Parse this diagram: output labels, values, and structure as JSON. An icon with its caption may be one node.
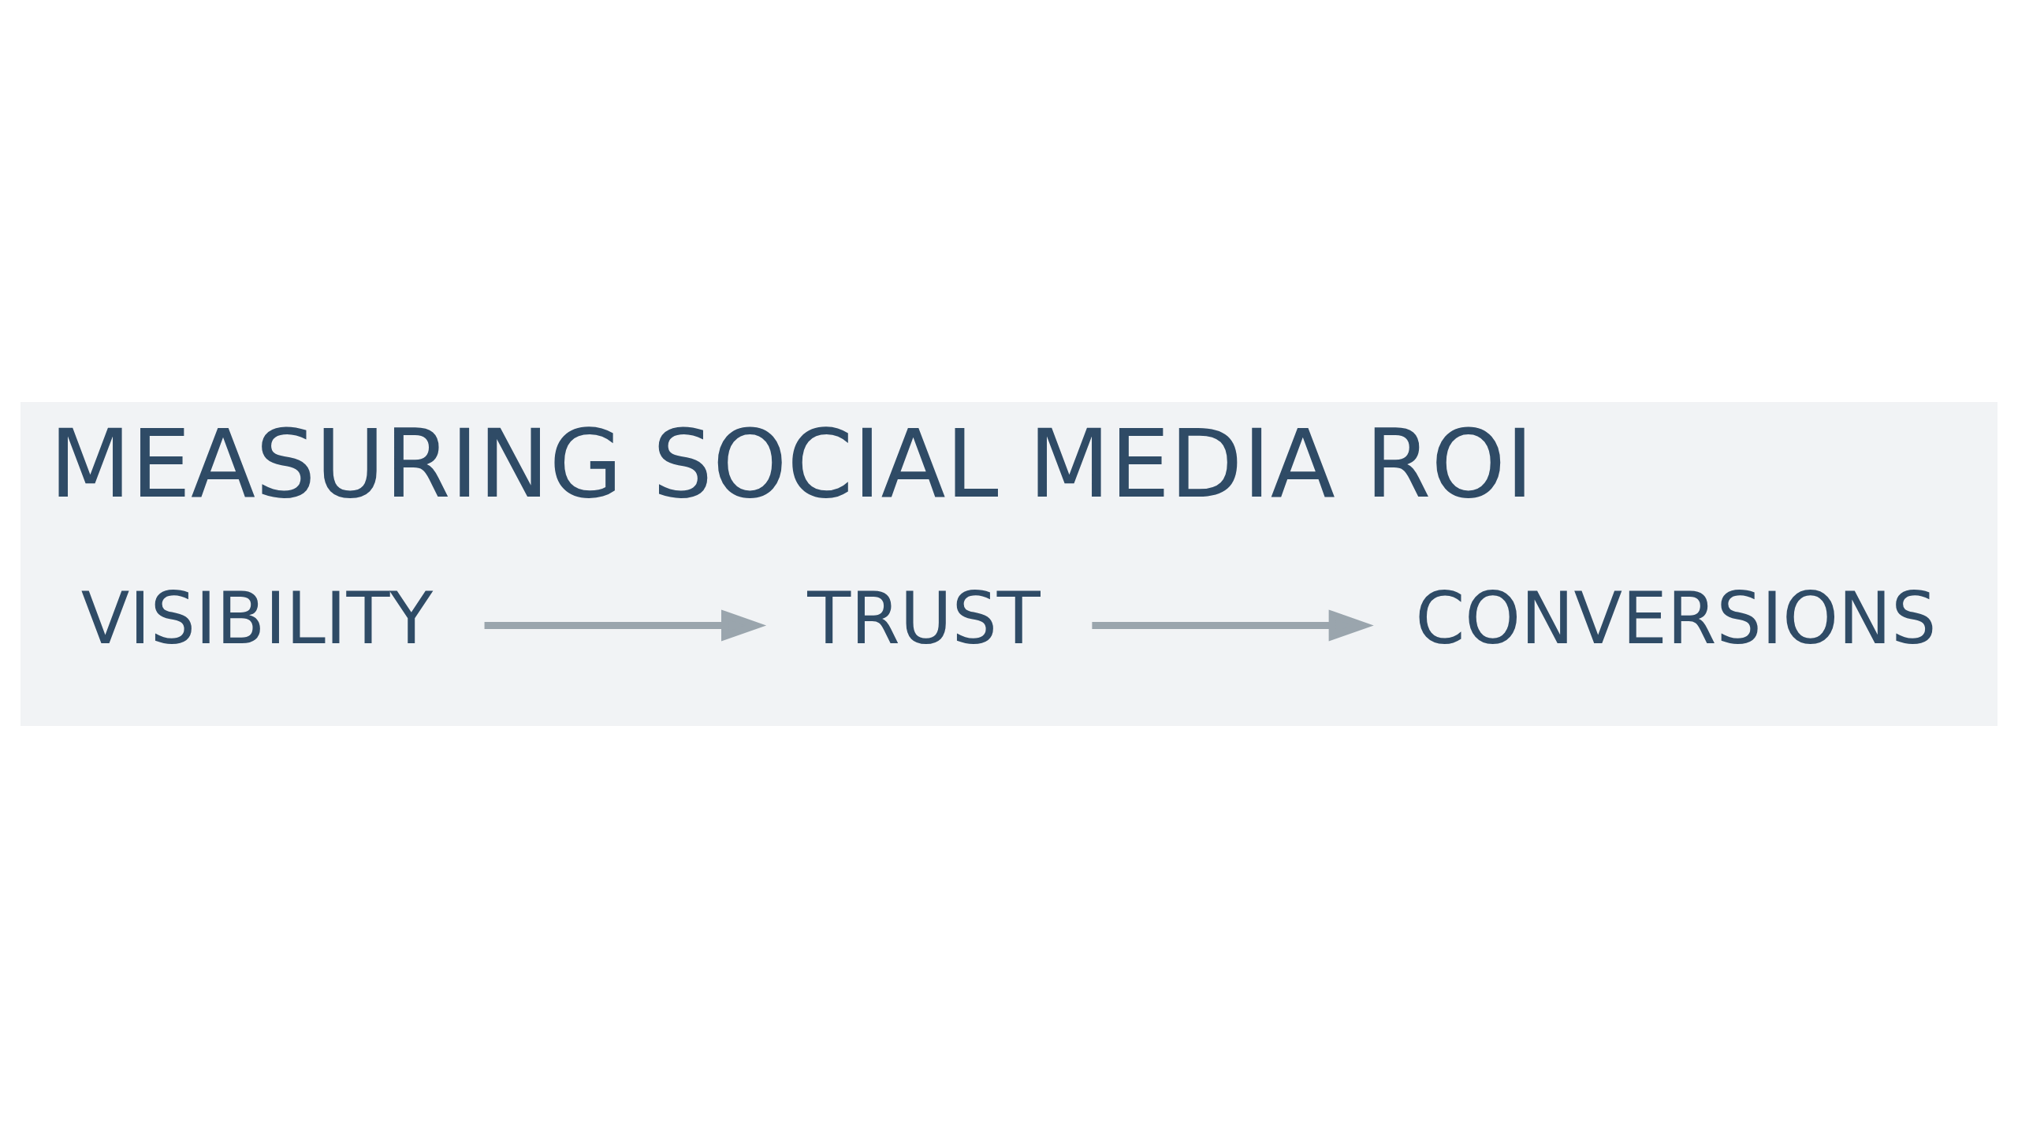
{
  "diagram": {
    "title": "MEASURING SOCIAL MEDIA ROI",
    "nodes": [
      {
        "text": [
          "VISIBILITY"
        ]
      },
      {
        "text": [
          "TRUST"
        ]
      },
      {
        "text": [
          "CONVERSIONS"
        ]
      }
    ],
    "edges": [
      {
        "from": 0,
        "to": 1,
        "arrow": "to"
      },
      {
        "from": 1,
        "to": 2,
        "arrow": "to"
      }
    ]
  }
}
